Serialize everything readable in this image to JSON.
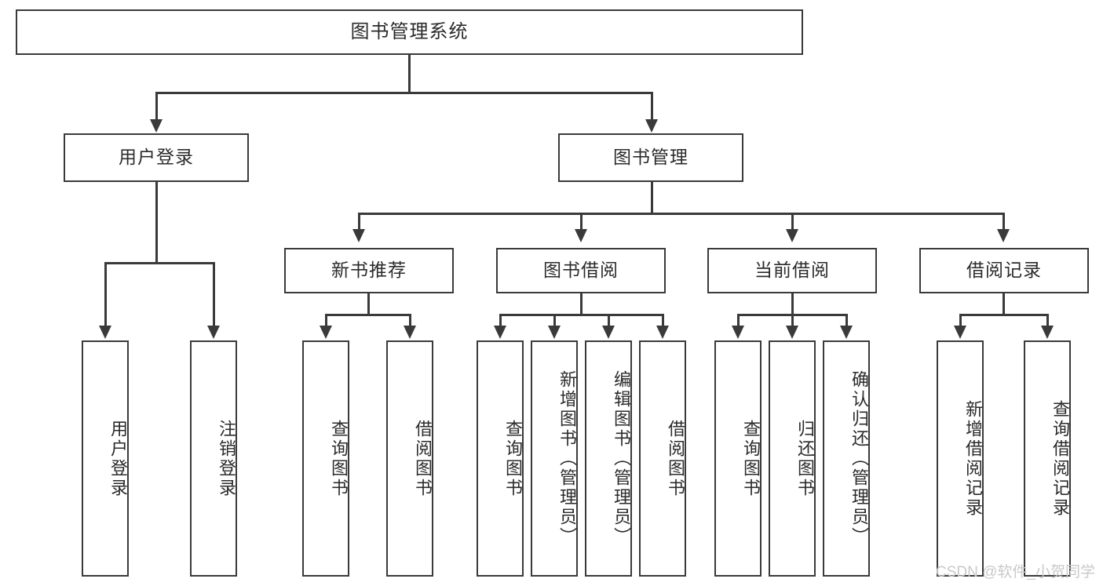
{
  "diagram": {
    "title": "图书管理系统",
    "type": "hierarchy-tree",
    "root": {
      "label": "图书管理系统"
    },
    "level2": [
      {
        "label": "用户登录"
      },
      {
        "label": "图书管理"
      }
    ],
    "level3": [
      {
        "label": "新书推荐"
      },
      {
        "label": "图书借阅"
      },
      {
        "label": "当前借阅"
      },
      {
        "label": "借阅记录"
      }
    ],
    "leaves": {
      "user_login": [
        {
          "label": "用户登录"
        },
        {
          "label": "注销登录"
        }
      ],
      "new_book_recommend": [
        {
          "label": "查询图书"
        },
        {
          "label": "借阅图书"
        }
      ],
      "book_borrow": [
        {
          "label": "查询图书"
        },
        {
          "label": "新增图书（管理员）"
        },
        {
          "label": "编辑图书（管理员）"
        },
        {
          "label": "借阅图书"
        }
      ],
      "current_borrow": [
        {
          "label": "查询图书"
        },
        {
          "label": "归还图书"
        },
        {
          "label": "确认归还（管理员）"
        }
      ],
      "borrow_record": [
        {
          "label": "新增借阅记录"
        },
        {
          "label": "查询借阅记录"
        }
      ]
    }
  },
  "watermark": {
    "text": "CSDN @软件_小贺同学"
  },
  "colors": {
    "stroke": "#3a3a3a",
    "fill": "#ffffff",
    "text": "#2b2b2b",
    "watermark": "#c9c9c9"
  }
}
